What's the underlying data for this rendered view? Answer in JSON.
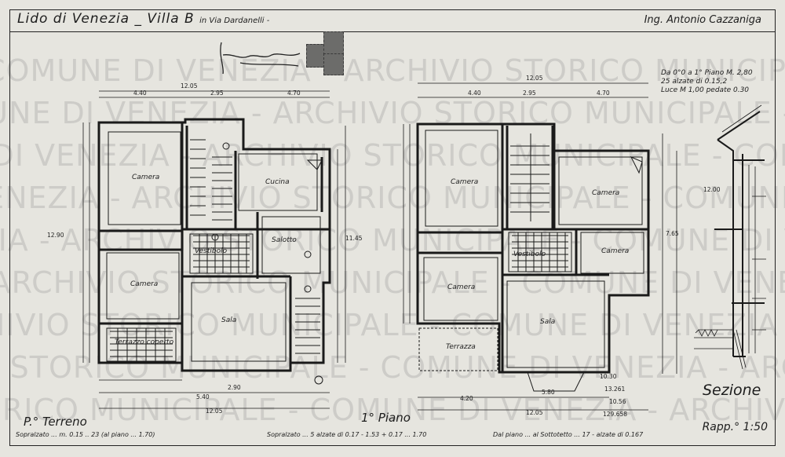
{
  "watermark": {
    "text": "COMUNE DI VENEZIA - ARCHIVIO STORICO MUNICIPALE - COMUNE DI VENEZIA - ARCHIVIO STORICO MUNICIPALE"
  },
  "header": {
    "title": "Lido di Venezia _ Villa B",
    "street": "in Via Dardanelli -",
    "engineer": "Ing. Antonio Cazzaniga"
  },
  "notes": {
    "line1": "Da 0°0 a 1° Piano M. 2,80",
    "line2": "25 alzate di 0.15,2",
    "line3": "Luce M 1,00 pedate 0.30"
  },
  "ground_floor": {
    "title": "P.° Terreno",
    "rooms": [
      "Camera",
      "Camera",
      "Terrazzo coperto",
      "Cucina",
      "Vestibolo",
      "Salotto",
      "Sala"
    ]
  },
  "first_floor": {
    "title": "1° Piano",
    "rooms": [
      "Camera",
      "Camera",
      "Terrazza",
      "Camera",
      "Vestibolo",
      "Camera",
      "Sala"
    ]
  },
  "section": {
    "title": "Sezione"
  },
  "dimensions": {
    "overall_top": "12.05",
    "ground_top_left": "4.40",
    "ground_top_mid": "2.95",
    "ground_top_right": "4.70",
    "ground_height": "12.90",
    "ground_height_right": "11.45",
    "ground_bottom_a": "2.90",
    "ground_bottom_b": "5.40",
    "ground_bottom_total": "12.05",
    "first_top": "12.05",
    "first_top_left": "4.40",
    "first_top_mid": "2.95",
    "first_top_right": "4.70",
    "first_bottom_a": "5.80",
    "first_bottom_b": "4.20",
    "first_bottom_total": "12.05",
    "first_height": "7.65",
    "section_height": "12.00"
  },
  "calculations": [
    "10.30",
    "13.261",
    "10.56",
    "129.658"
  ],
  "footer": {
    "scale": "Rapp.° 1:50",
    "note_ground": "Sopralzato ... m. 0.15 .. 23 (al piano ... 1.70)",
    "note_first": "Sopralzato ... 5 alzate di 0.17 - 1.53 + 0.17 ... 1.70",
    "note_roof": "Dal piano ... al Sottotetto ... 17 - alzate di 0.167"
  }
}
